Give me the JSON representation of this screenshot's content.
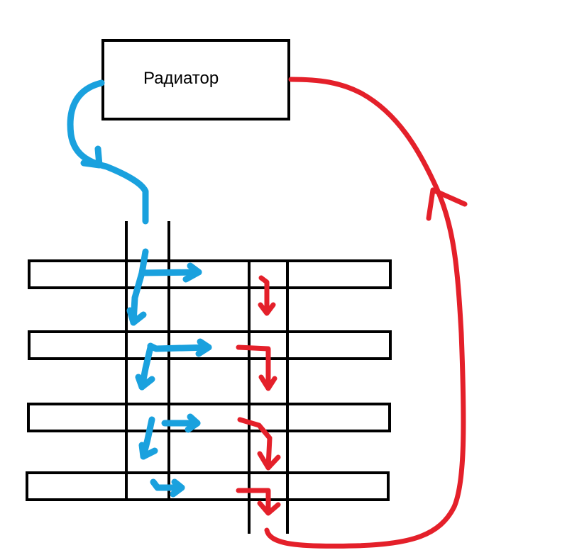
{
  "radiator": {
    "label": "Радиатор"
  },
  "colors": {
    "cold": "#1aa1de",
    "hot": "#e4202a",
    "outline": "#000000"
  },
  "structure": {
    "plates": 4,
    "manifolds": [
      "inlet",
      "outlet"
    ]
  }
}
